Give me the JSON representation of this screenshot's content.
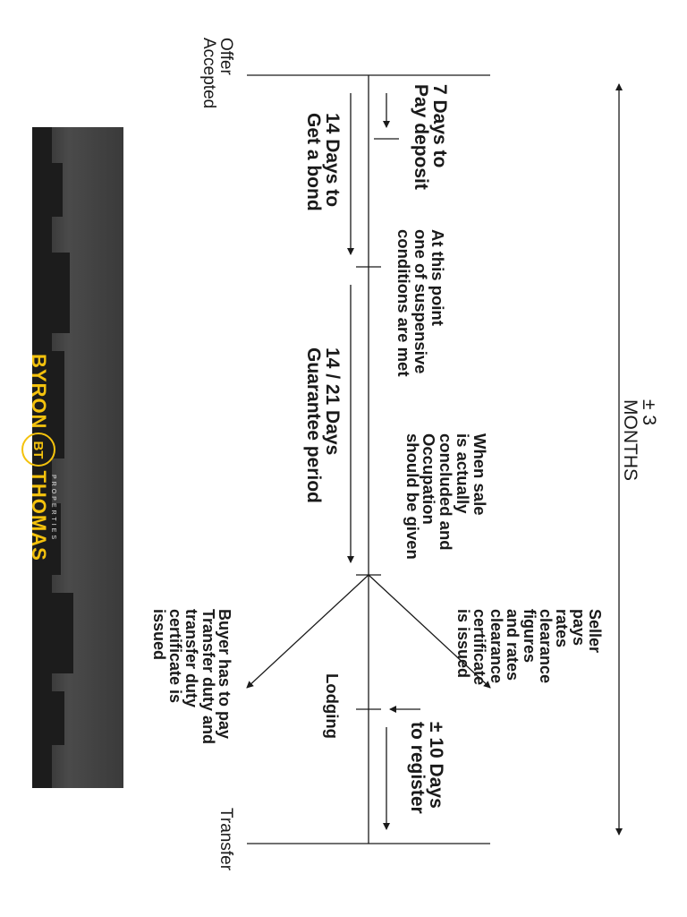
{
  "labels": {
    "offer_accepted": "Offer\nAccepted",
    "transfer": "Transfer",
    "three_months": "± 3 MONTHS",
    "pay_deposit": "7 Days to\nPay deposit",
    "get_bond": "14 Days to\nGet a bond",
    "suspensive": "At this point\none of suspensive\nconditions are met",
    "guarantee": "14 / 21 Days\nGuarantee period",
    "sale_concluded": "When sale\nis actually\nconcluded and\nOccupation\nshould be given",
    "seller_pays": "Seller pays\nrates clearance\nfigures and rates\nclearance certificate\nis issued",
    "lodging": "Lodging",
    "ten_days": "± 10 Days\nto register",
    "buyer_pays": "Buyer has to pay\nTransfer duty and\ntransfer duty\ncertificate is\nissued"
  },
  "brand": {
    "left_word": "BYRON",
    "monogram": "BT",
    "right_word": "THOMAS",
    "sub": "PROPERTIES"
  },
  "colors": {
    "brand_accent": "#f4c20d",
    "line": "#1a1a1a",
    "banner_bg": "#3a3a3a"
  }
}
